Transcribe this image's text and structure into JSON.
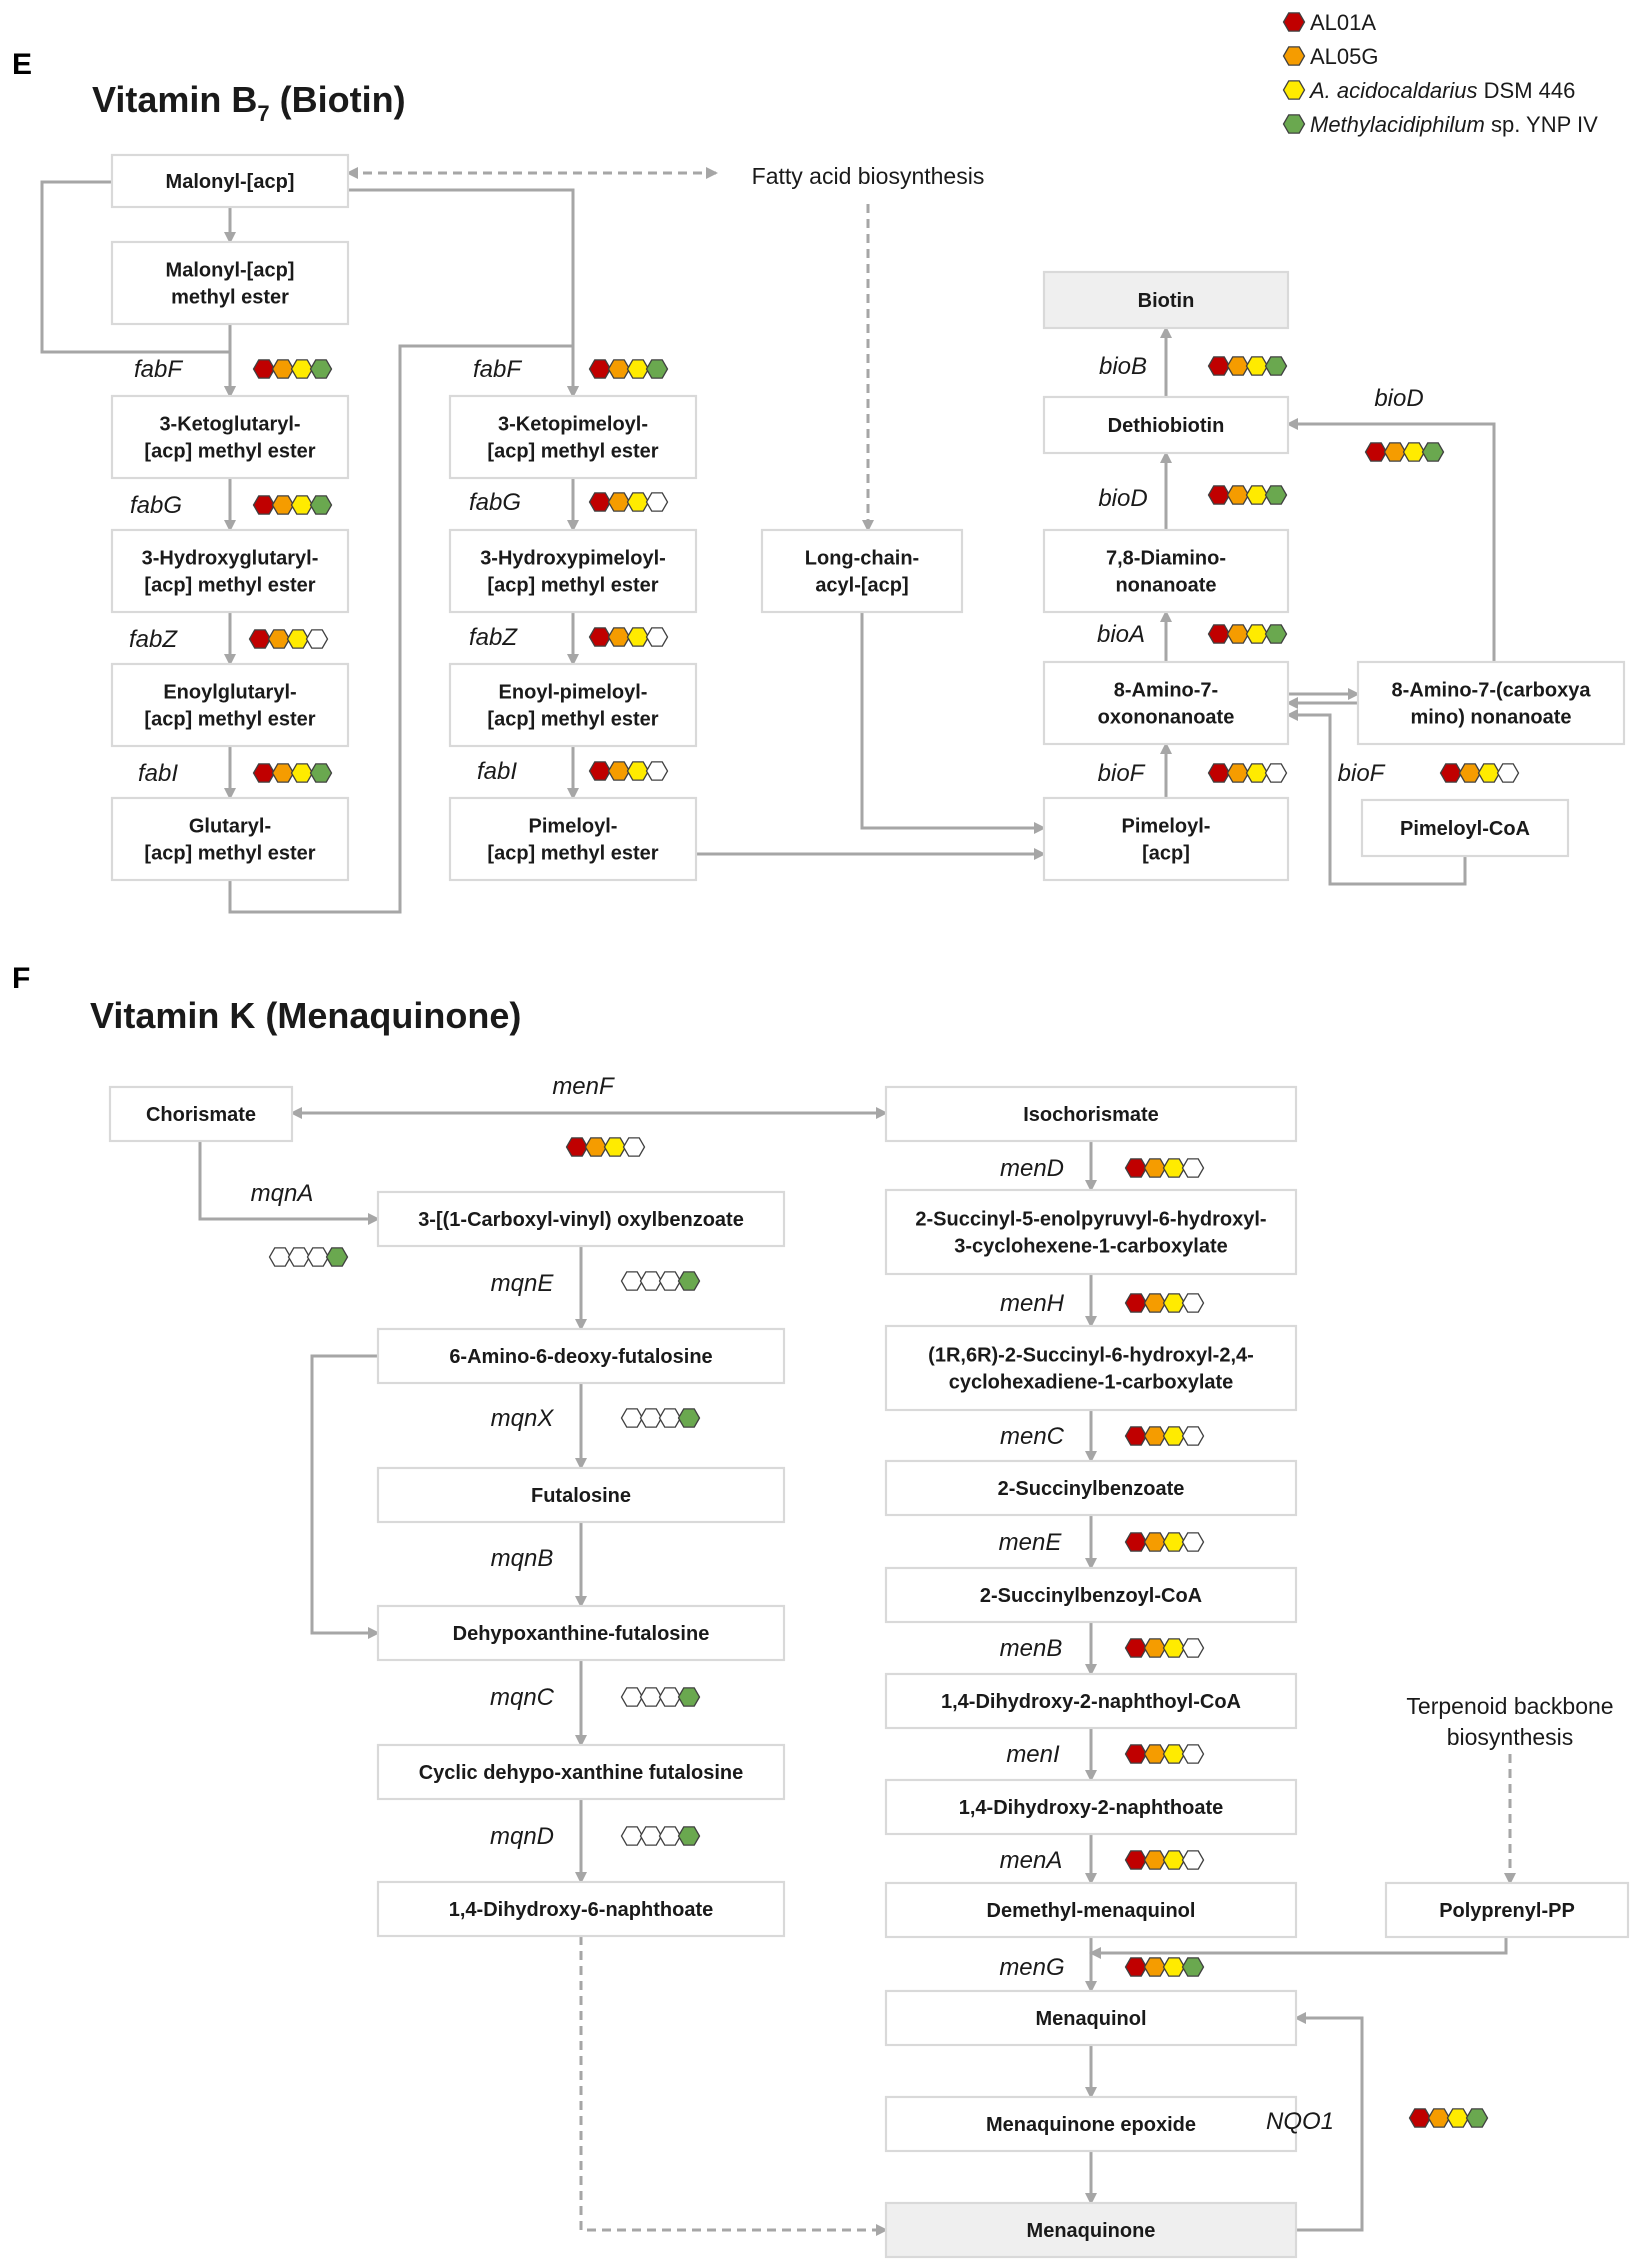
{
  "colors": {
    "AL01A": "#c00000",
    "AL05G": "#f59c00",
    "acido": "#ffeb00",
    "methyl": "#6aa84f",
    "empty": "#ffffff",
    "hexStroke": "#404040",
    "boxStroke": "#d9d9d9",
    "arrow": "#a6a6a6"
  },
  "legend": [
    {
      "key": "AL01A",
      "parts": [
        {
          "t": "AL01A",
          "i": false
        }
      ]
    },
    {
      "key": "AL05G",
      "parts": [
        {
          "t": "AL05G",
          "i": false
        }
      ]
    },
    {
      "key": "acido",
      "parts": [
        {
          "t": "A. acidocaldarius",
          "i": true
        },
        {
          "t": " DSM 446",
          "i": false
        }
      ]
    },
    {
      "key": "methyl",
      "parts": [
        {
          "t": "Methylacidiphilum",
          "i": true
        },
        {
          "t": " sp. YNP IV",
          "i": false
        }
      ]
    }
  ],
  "panels": {
    "E": {
      "letter": "E",
      "title": "Vitamin B",
      "subscript": "7",
      "title_suffix": " (Biotin)"
    },
    "F": {
      "letter": "F",
      "title": "Vitamin K (Menaquinone)"
    }
  },
  "nodes": [
    {
      "id": "malonyl_acp",
      "lines": [
        "Malonyl-[acp]"
      ]
    },
    {
      "id": "malonyl_acp_me",
      "lines": [
        "Malonyl-[acp]",
        "methyl ester"
      ]
    },
    {
      "id": "ketoglutaryl",
      "lines": [
        "3-Ketoglutaryl-",
        "[acp] methyl ester"
      ]
    },
    {
      "id": "hydroxyglutaryl",
      "lines": [
        "3-Hydroxyglutaryl-",
        "[acp] methyl ester"
      ]
    },
    {
      "id": "enoylglutaryl",
      "lines": [
        "Enoylglutaryl-",
        "[acp] methyl ester"
      ]
    },
    {
      "id": "glutaryl",
      "lines": [
        "Glutaryl-",
        "[acp] methyl ester"
      ]
    },
    {
      "id": "ketopimeloyl",
      "lines": [
        "3-Ketopimeloyl-",
        "[acp] methyl ester"
      ]
    },
    {
      "id": "hydroxypimeloyl",
      "lines": [
        "3-Hydroxypimeloyl-",
        "[acp] methyl ester"
      ]
    },
    {
      "id": "enoylpimeloyl",
      "lines": [
        "Enoyl-pimeloyl-",
        "[acp] methyl ester"
      ]
    },
    {
      "id": "pimeloyl_me",
      "lines": [
        "Pimeloyl-",
        "[acp] methyl ester"
      ]
    },
    {
      "id": "longchain",
      "lines": [
        "Long-chain-",
        "acyl-[acp]"
      ]
    },
    {
      "id": "biotin",
      "lines": [
        "Biotin"
      ]
    },
    {
      "id": "dethiobiotin",
      "lines": [
        "Dethiobiotin"
      ]
    },
    {
      "id": "diamino",
      "lines": [
        "7,8-Diamino-",
        "nonanoate"
      ]
    },
    {
      "id": "amino_oxo",
      "lines": [
        "8-Amino-7-",
        "oxononanoate"
      ]
    },
    {
      "id": "pimeloyl_acp",
      "lines": [
        "Pimeloyl-",
        "[acp]"
      ]
    },
    {
      "id": "carboxyamino",
      "lines": [
        "8-Amino-7-(carboxya",
        "mino) nonanoate"
      ]
    },
    {
      "id": "pimeloyl_coa",
      "lines": [
        "Pimeloyl-CoA"
      ]
    },
    {
      "id": "chorismate",
      "lines": [
        "Chorismate"
      ]
    },
    {
      "id": "carboxyvinyl",
      "lines": [
        "3-[(1-Carboxyl-vinyl) oxylbenzoate"
      ]
    },
    {
      "id": "aminodeoxy",
      "lines": [
        "6-Amino-6-deoxy-futalosine"
      ]
    },
    {
      "id": "futalosine",
      "lines": [
        "Futalosine"
      ]
    },
    {
      "id": "dehypoxanthine",
      "lines": [
        "Dehypoxanthine-futalosine"
      ]
    },
    {
      "id": "cyclic",
      "lines": [
        "Cyclic dehypo-xanthine futalosine"
      ]
    },
    {
      "id": "dhn",
      "lines": [
        "1,4-Dihydroxy-6-naphthoate"
      ]
    },
    {
      "id": "isochorismate",
      "lines": [
        "Isochorismate"
      ]
    },
    {
      "id": "sephchc",
      "lines": [
        "2-Succinyl-5-enolpyruvyl-6-hydroxyl-",
        "3-cyclohexene-1-carboxylate"
      ]
    },
    {
      "id": "shchc",
      "lines": [
        "(1R,6R)-2-Succinyl-6-hydroxyl-2,4-",
        "cyclohexadiene-1-carboxylate"
      ]
    },
    {
      "id": "succinylbenzoate",
      "lines": [
        "2-Succinylbenzoate"
      ]
    },
    {
      "id": "succinylbenzoyl_coa",
      "lines": [
        "2-Succinylbenzoyl-CoA"
      ]
    },
    {
      "id": "dhna_coa",
      "lines": [
        "1,4-Dihydroxy-2-naphthoyl-CoA"
      ]
    },
    {
      "id": "dhna",
      "lines": [
        "1,4-Dihydroxy-2-naphthoate"
      ]
    },
    {
      "id": "demethyl",
      "lines": [
        "Demethyl-menaquinol"
      ]
    },
    {
      "id": "polyprenyl",
      "lines": [
        "Polyprenyl-PP"
      ]
    },
    {
      "id": "menaquinol",
      "lines": [
        "Menaquinol"
      ]
    },
    {
      "id": "epoxide",
      "lines": [
        "Menaquinone epoxide"
      ]
    },
    {
      "id": "menaquinone",
      "lines": [
        "Menaquinone"
      ]
    }
  ],
  "plain_texts": [
    {
      "id": "fatty_acid",
      "lines": [
        "Fatty acid biosynthesis"
      ]
    },
    {
      "id": "terpenoid",
      "lines": [
        "Terpenoid backbone",
        "biosynthesis"
      ]
    }
  ],
  "genes": [
    {
      "id": "g1",
      "name": "fabF",
      "presence": [
        1,
        1,
        1,
        1
      ]
    },
    {
      "id": "g2",
      "name": "fabG",
      "presence": [
        1,
        1,
        1,
        1
      ]
    },
    {
      "id": "g3",
      "name": "fabZ",
      "presence": [
        1,
        1,
        1,
        0
      ]
    },
    {
      "id": "g4",
      "name": "fabI",
      "presence": [
        1,
        1,
        1,
        1
      ]
    },
    {
      "id": "g5",
      "name": "fabF",
      "presence": [
        1,
        1,
        1,
        1
      ]
    },
    {
      "id": "g6",
      "name": "fabG",
      "presence": [
        1,
        1,
        1,
        0
      ]
    },
    {
      "id": "g7",
      "name": "fabZ",
      "presence": [
        1,
        1,
        1,
        0
      ]
    },
    {
      "id": "g8",
      "name": "fabI",
      "presence": [
        1,
        1,
        1,
        0
      ]
    },
    {
      "id": "g9",
      "name": "bioB",
      "presence": [
        1,
        1,
        1,
        1
      ]
    },
    {
      "id": "g10",
      "name": "bioD",
      "presence": [
        1,
        1,
        1,
        1
      ]
    },
    {
      "id": "g11",
      "name": "bioA",
      "presence": [
        1,
        1,
        1,
        1
      ]
    },
    {
      "id": "g12",
      "name": "bioF",
      "presence": [
        1,
        1,
        1,
        0
      ]
    },
    {
      "id": "g13",
      "name": "bioD",
      "presence": [
        1,
        1,
        1,
        1
      ]
    },
    {
      "id": "g14",
      "name": "bioF",
      "presence": [
        1,
        1,
        1,
        0
      ]
    },
    {
      "id": "g15",
      "name": "menF",
      "presence": [
        1,
        1,
        1,
        0
      ]
    },
    {
      "id": "g16",
      "name": "mqnA",
      "presence": [
        0,
        0,
        0,
        1
      ]
    },
    {
      "id": "g17",
      "name": "mqnE",
      "presence": [
        0,
        0,
        0,
        1
      ]
    },
    {
      "id": "g18",
      "name": "mqnX",
      "presence": [
        0,
        0,
        0,
        1
      ]
    },
    {
      "id": "g19",
      "name": "mqnB",
      "presence": null
    },
    {
      "id": "g20",
      "name": "mqnC",
      "presence": [
        0,
        0,
        0,
        1
      ]
    },
    {
      "id": "g21",
      "name": "mqnD",
      "presence": [
        0,
        0,
        0,
        1
      ]
    },
    {
      "id": "g22",
      "name": "menD",
      "presence": [
        1,
        1,
        1,
        0
      ]
    },
    {
      "id": "g23",
      "name": "menH",
      "presence": [
        1,
        1,
        1,
        0
      ]
    },
    {
      "id": "g24",
      "name": "menC",
      "presence": [
        1,
        1,
        1,
        0
      ]
    },
    {
      "id": "g25",
      "name": "menE",
      "presence": [
        1,
        1,
        1,
        0
      ]
    },
    {
      "id": "g26",
      "name": "menB",
      "presence": [
        1,
        1,
        1,
        0
      ]
    },
    {
      "id": "g27",
      "name": "menI",
      "presence": [
        1,
        1,
        1,
        0
      ]
    },
    {
      "id": "g28",
      "name": "menA",
      "presence": [
        1,
        1,
        1,
        0
      ]
    },
    {
      "id": "g29",
      "name": "menG",
      "presence": [
        1,
        1,
        1,
        1
      ]
    },
    {
      "id": "g30",
      "name": "NQO1",
      "presence": [
        1,
        1,
        1,
        1
      ]
    }
  ]
}
